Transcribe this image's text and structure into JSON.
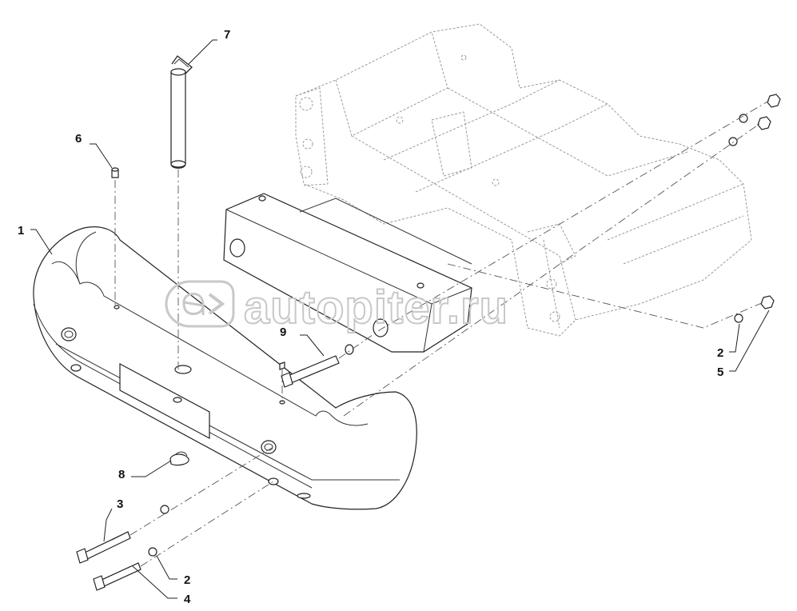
{
  "watermark": {
    "text": "autopiter.ru",
    "logo_icon": "arrow-in-circle-logo-icon",
    "color": "#c8c8c8"
  },
  "callouts": [
    {
      "id": "c1",
      "label": "1"
    },
    {
      "id": "c2a",
      "label": "2"
    },
    {
      "id": "c2b",
      "label": "2"
    },
    {
      "id": "c3",
      "label": "3"
    },
    {
      "id": "c4",
      "label": "4"
    },
    {
      "id": "c5",
      "label": "5"
    },
    {
      "id": "c6",
      "label": "6"
    },
    {
      "id": "c7",
      "label": "7"
    },
    {
      "id": "c8",
      "label": "8"
    },
    {
      "id": "c9",
      "label": "9"
    }
  ]
}
